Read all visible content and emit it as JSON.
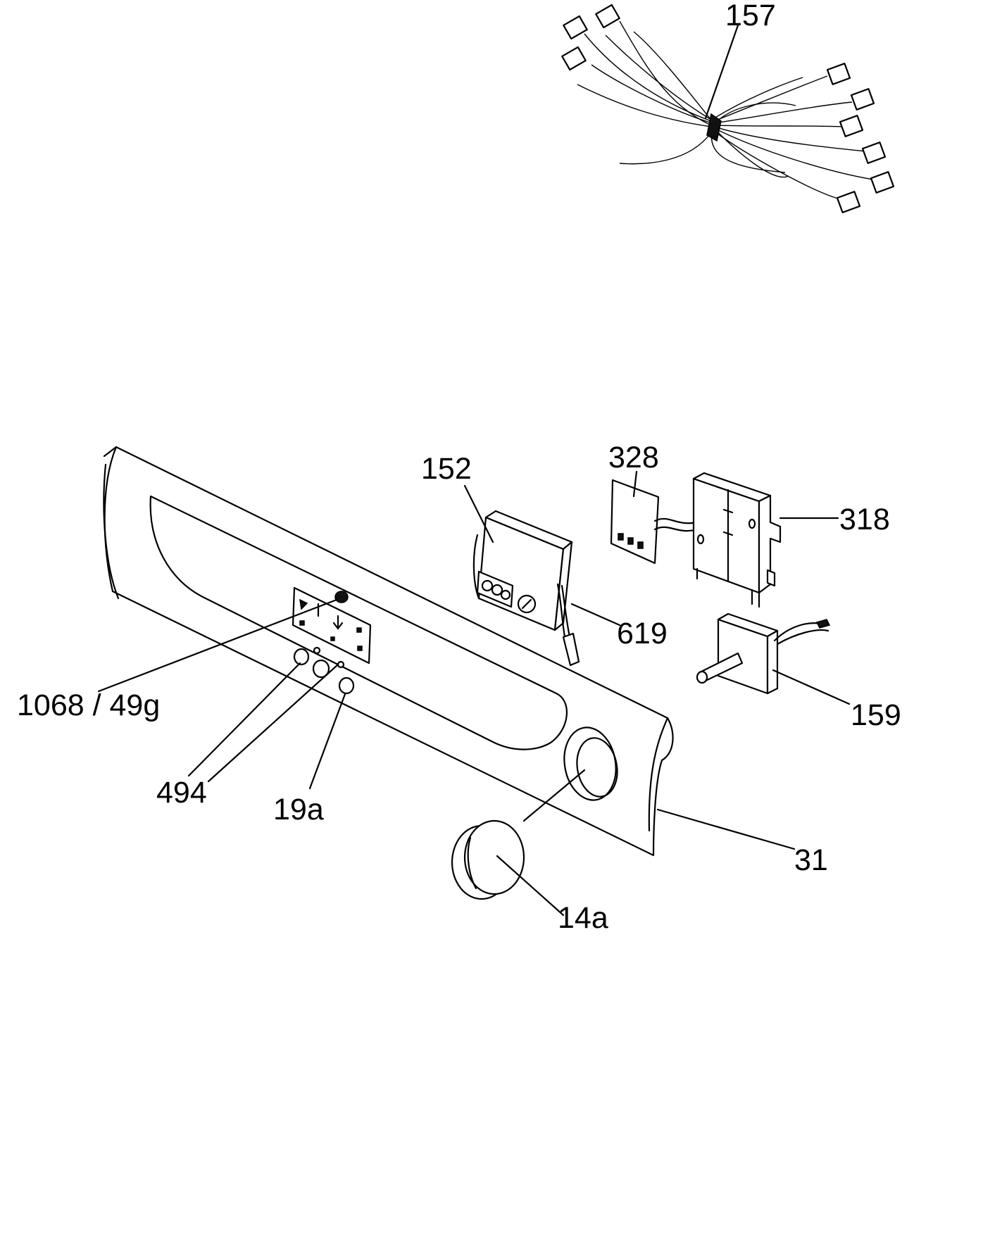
{
  "diagram": {
    "callouts": {
      "wiring_harness": "157",
      "display_module": "152",
      "pcb_board": "328",
      "control_board": "318",
      "cable": "619",
      "selector_switch": "159",
      "indicator_lens": "1068 / 49g",
      "button_494": "494",
      "button_19a": "19a",
      "control_panel": "31",
      "knob": "14a"
    },
    "colors": {
      "line": "#000000",
      "background": "#ffffff"
    }
  }
}
